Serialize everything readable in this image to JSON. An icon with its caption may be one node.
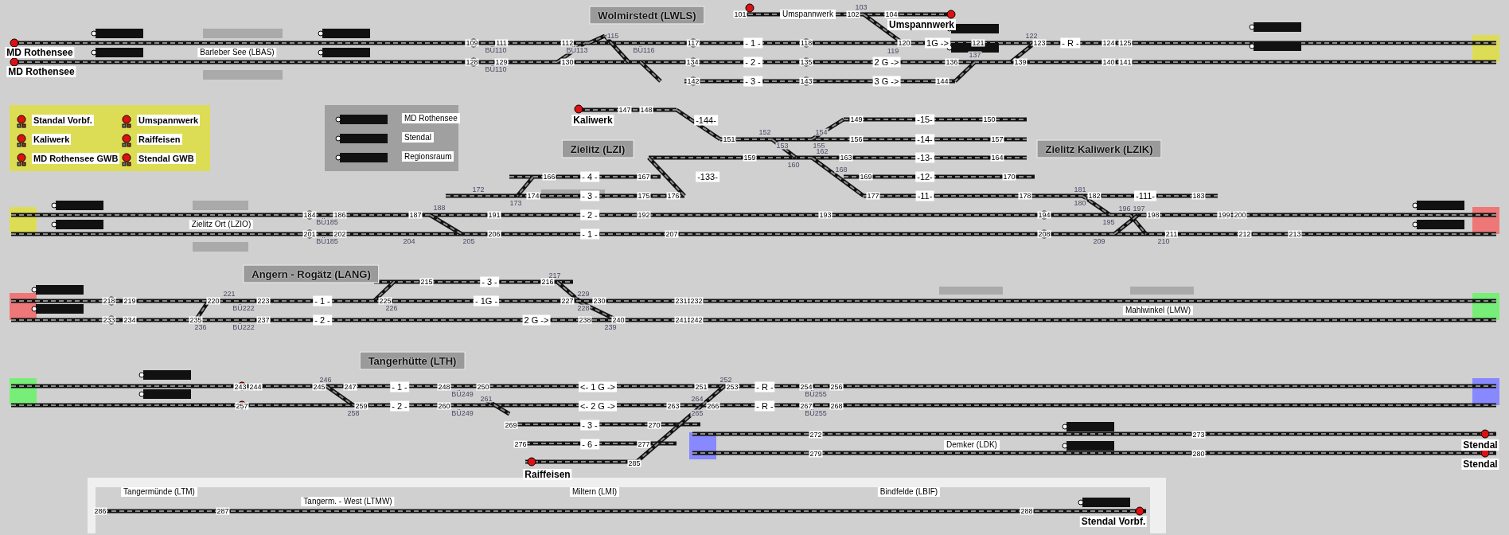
{
  "diagram": {
    "nodes": [
      {
        "text": [
          "Wolmirstedt (LWLS)"
        ]
      },
      {
        "text": [
          "Zielitz (LZI)"
        ]
      },
      {
        "text": [
          "Zielitz Kaliwerk (LZIK)"
        ]
      },
      {
        "text": [
          "Angern - Rogätz (LANG)"
        ]
      },
      {
        "text": [
          "Tangerhütte (LTH)"
        ]
      }
    ],
    "labels": [
      "MD Rothensee",
      "MD Rothensee",
      "Barleber See (LBAS)",
      "109",
      "111",
      "BÜ110",
      "128",
      "129",
      "BÜ110",
      "101",
      "Umspannwerk",
      "103",
      "102",
      "104",
      "Umspannwerk",
      "112",
      "115",
      "BÜ113",
      "BÜ116",
      "117",
      "- 1 -",
      "118",
      "120",
      "119",
      "1G ->",
      "121",
      "122",
      "123",
      "- R -",
      "124",
      "125",
      "130",
      "134",
      "- 2 -",
      "135",
      "2 G ->",
      "136",
      "137",
      "139",
      "140",
      "141",
      "142",
      "- 3 -",
      "143",
      "3 G ->",
      "144",
      "Kaliwerk",
      "147",
      "148",
      "-144-",
      "149",
      "-15-",
      "150",
      "151",
      "152",
      "154",
      "153",
      "155",
      "156",
      "-14-",
      "157",
      "159",
      "162",
      "160",
      "163",
      "-13-",
      "164",
      "166",
      "- 4 -",
      "167",
      "-133-",
      "168",
      "169",
      "-12-",
      "170",
      "172",
      "174",
      "173",
      "- 3 -",
      "175",
      "176",
      "177",
      "-11-",
      "178",
      "181",
      "182",
      "180",
      "-111-",
      "183",
      "Zielitz Ort (LZIO)",
      "184",
      "186",
      "BÜ185",
      "187",
      "188",
      "191",
      "- 2 -",
      "192",
      "193",
      "194",
      "195",
      "196",
      "197",
      "198",
      "199",
      "200",
      "201",
      "202",
      "BÜ185",
      "204",
      "205",
      "206",
      "- 1 -",
      "207",
      "208",
      "209",
      "210",
      "211",
      "212",
      "213",
      "215",
      "217",
      "216",
      "- 3 -",
      "218",
      "219",
      "220",
      "221",
      "BÜ222",
      "223",
      "- 1 -",
      "225",
      "226",
      "- 1G -",
      "227",
      "229",
      "228",
      "230",
      "231",
      "232",
      "233",
      "234",
      "235",
      "236",
      "BÜ222",
      "237",
      "- 2 -",
      "2 G ->",
      "238",
      "240",
      "239",
      "241",
      "242",
      "Mahlwinkel (LMW)",
      "243",
      "244",
      "246",
      "245",
      "247",
      "- 1 -",
      "248",
      "BÜ249",
      "250",
      "<- 1 G ->",
      "251",
      "252",
      "253",
      "- R -",
      "254",
      "BÜ255",
      "256",
      "257",
      "258",
      "259",
      "- 2 -",
      "260",
      "BÜ249",
      "261",
      "<- 2 G ->",
      "263",
      "264",
      "266",
      "265",
      "- R -",
      "267",
      "BÜ255",
      "268",
      "269",
      "- 3 -",
      "270",
      "272",
      "273",
      "Demker (LDK)",
      "276",
      "- 6 -",
      "277",
      "Stendal",
      "279",
      "280",
      "Stendal",
      "285",
      "Raiffeisen",
      "Tangermünde (LTM)",
      "Miltern (LMI)",
      "Bindfelde (LBIF)",
      "Tangerm. - West (LTMW)",
      "286",
      "287",
      "288",
      "Stendal Vorbf."
    ],
    "legend": [
      {
        "text": "Standal Vorbf."
      },
      {
        "text": "Umspannwerk"
      },
      {
        "text": "Kaliwerk"
      },
      {
        "text": "Raiffeisen"
      },
      {
        "text": "MD Rothensee GWB"
      },
      {
        "text": "Stendal GWB"
      },
      {
        "text": "MD Rothensee"
      },
      {
        "text": "Stendal"
      },
      {
        "text": "Regionsraum"
      }
    ]
  }
}
